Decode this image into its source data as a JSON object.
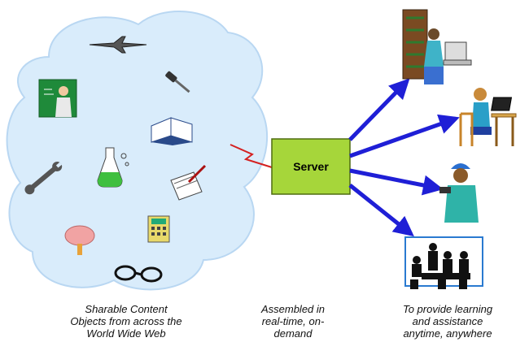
{
  "server": {
    "label": "Server"
  },
  "captions": {
    "left": "Sharable Content\nObjects from across the\nWorld Wide Web",
    "middle": "Assembled in\nreal-time, on-\ndemand",
    "right": "To provide learning\nand assistance\nanytime, anywhere"
  },
  "colors": {
    "cloud": "#d9ecfb",
    "cloud_outline": "#9cc3e6",
    "server_fill": "#a6d63a",
    "server_outline": "#5a7a12",
    "arrow": "#1f1fd6",
    "link": "#d42020"
  },
  "cloud_items": [
    "jet-icon",
    "teacher-icon",
    "screwdriver-icon",
    "book-icon",
    "wrench-icon",
    "flask-icon",
    "documents-icon",
    "brain-icon",
    "calculator-icon",
    "goggles-icon"
  ],
  "recipients": [
    "workstation-user-icon",
    "laptop-user-icon",
    "worker-hardhat-icon",
    "meeting-room-icon"
  ]
}
